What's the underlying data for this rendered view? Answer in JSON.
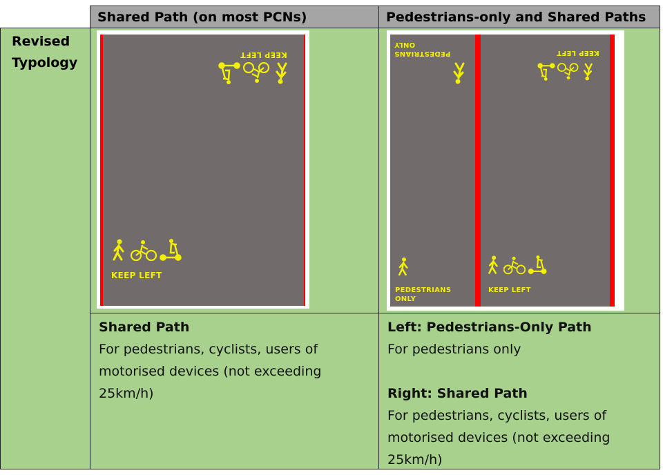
{
  "header": {
    "col1": "Shared Path (on most PCNs)",
    "col2": "Pedestrians-only and Shared Paths"
  },
  "row_label": "Revised Typology",
  "road_markings": {
    "keep_left": "KEEP LEFT",
    "pedestrians_only": "PEDESTRIANS ONLY"
  },
  "desc_left": {
    "title": "Shared Path",
    "body": "For pedestrians, cyclists, users of motorised devices (not exceeding 25km/h)"
  },
  "desc_right": {
    "left_title": "Left: Pedestrians-Only Path",
    "left_body": "For pedestrians only",
    "right_title": "Right: Shared Path",
    "right_body": "For pedestrians, cyclists, users of motorised devices (not exceeding 25km/h)"
  },
  "colors": {
    "header": "#a5a5a5",
    "cell": "#a9d18e",
    "road": "#716b6c",
    "marking": "#f2ef00",
    "edge": "#ff0000"
  }
}
